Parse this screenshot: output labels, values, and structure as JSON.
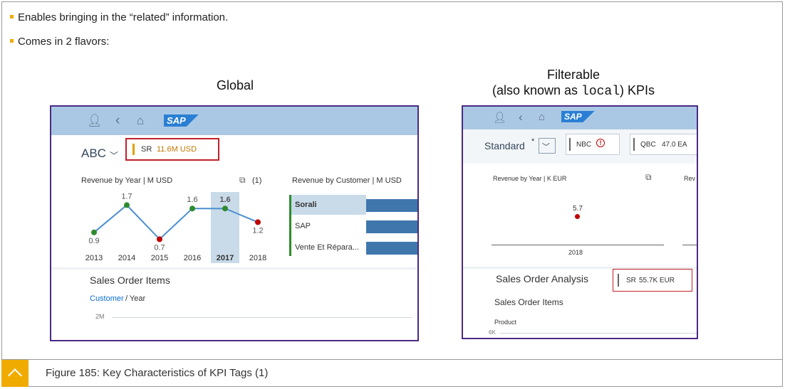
{
  "bullets": [
    "Enables bringing in the “related” information.",
    "Comes in 2 flavors:"
  ],
  "captions": {
    "global": "Global",
    "filterable_line1": "Filterable",
    "filterable_prefix": "(also known as ",
    "filterable_code": "local",
    "filterable_suffix": ") KPIs"
  },
  "global": {
    "title": "ABC",
    "tag_label": "SR",
    "tag_value": "11.6M USD",
    "chart1_title": "Revenue by Year  | M USD",
    "chart1_count": "(1)",
    "chart2_title": "Revenue by Customer  | M USD",
    "customers": [
      "Sorali",
      "SAP",
      "Vente Et Répara..."
    ],
    "section_title": "Sales Order Items",
    "link_customer": "Customer",
    "link_sep": " / Year",
    "axis_tick": "2M"
  },
  "local": {
    "variant": "Standard",
    "variant_mark": "*",
    "kpi1_label": "NBC",
    "kpi1_icon": "!",
    "kpi2_label": "QBC",
    "kpi2_value": "47.0 EA",
    "chart_title": "Revenue by Year  | K EUR",
    "chart_title_cut": "Rev",
    "point_label": "5.7",
    "point_year": "2018",
    "section_title": "Sales Order Analysis",
    "tag_label": "SR",
    "tag_value": "55.7K EUR",
    "sub_title": "Sales Order Items",
    "field": "Product",
    "axis_tick": "6K"
  },
  "chart_data": {
    "type": "line",
    "categories": [
      "2013",
      "2014",
      "2015",
      "2016",
      "2017",
      "2018"
    ],
    "values": [
      0.9,
      1.7,
      0.7,
      1.6,
      1.6,
      1.2
    ],
    "selected": "2017",
    "colors": {
      "ok": "#2e8b2e",
      "bad": "#c00000",
      "line": "#4a8fd0",
      "highlight": "#c9dbe9"
    }
  },
  "figure_caption": "Figure 185: Key Characteristics of KPI Tags (1)"
}
